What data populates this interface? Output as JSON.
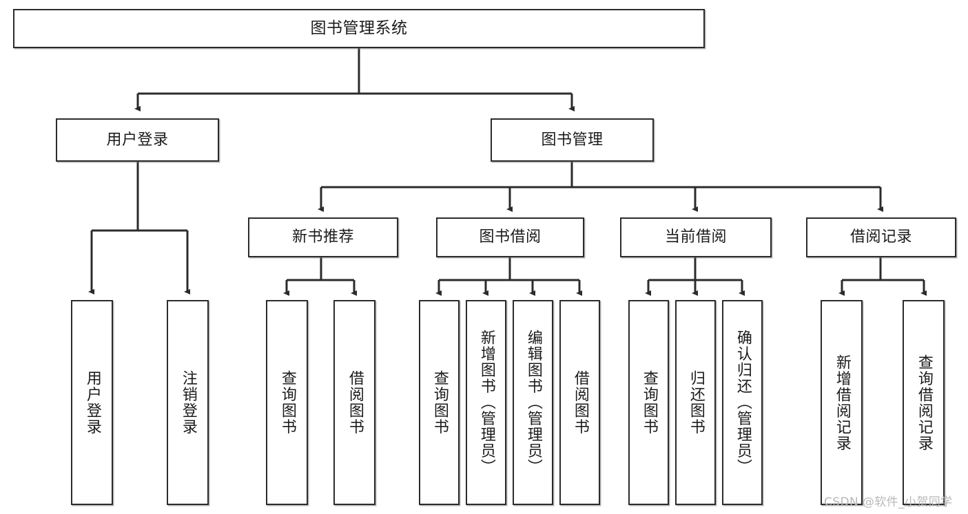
{
  "diagram": {
    "title": "图书管理系统",
    "type": "tree",
    "colors": {
      "stroke": "#2b2b2b",
      "fill": "#ffffff",
      "text": "#1b1b1b",
      "watermark": "#b9b9b9"
    },
    "root": {
      "label": "图书管理系统"
    },
    "level1": [
      {
        "label": "用户登录"
      },
      {
        "label": "图书管理"
      }
    ],
    "level2": [
      {
        "label": "新书推荐"
      },
      {
        "label": "图书借阅"
      },
      {
        "label": "当前借阅"
      },
      {
        "label": "借阅记录"
      }
    ],
    "leaves": {
      "user_login": [
        {
          "label": "用户登录"
        },
        {
          "label": "注销登录"
        }
      ],
      "new_book": [
        {
          "label": "查询图书"
        },
        {
          "label": "借阅图书"
        }
      ],
      "book_borrow": [
        {
          "label": "查询图书"
        },
        {
          "label": "新增图书（管理员）"
        },
        {
          "label": "编辑图书（管理员）"
        },
        {
          "label": "借阅图书"
        }
      ],
      "current_borrow": [
        {
          "label": "查询图书"
        },
        {
          "label": "归还图书"
        },
        {
          "label": "确认归还（管理员）"
        }
      ],
      "borrow_record": [
        {
          "label": "新增借阅记录"
        },
        {
          "label": "查询借阅记录"
        }
      ]
    }
  },
  "watermark": {
    "text": "CSDN @软件_小贺同学"
  }
}
